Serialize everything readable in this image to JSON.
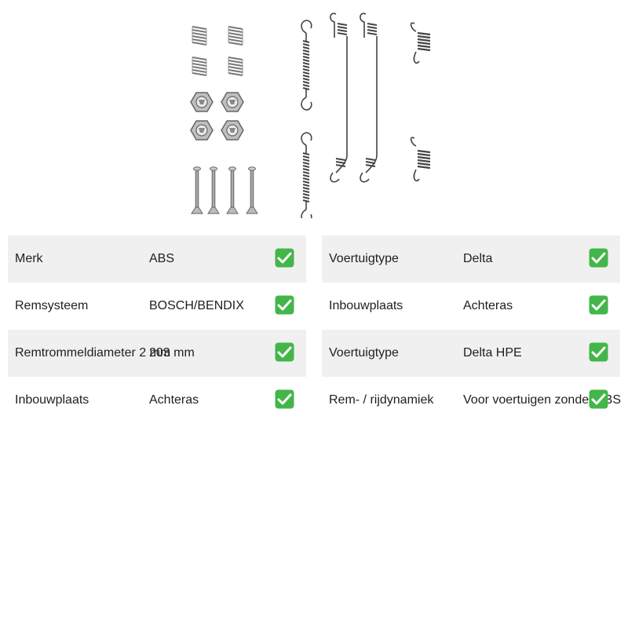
{
  "product": {
    "image_icon": "brake-shoe-fitting-kit-image"
  },
  "specs_left": [
    {
      "label": "Merk",
      "value": "ABS"
    },
    {
      "label": "Remsysteem",
      "value": "BOSCH/BENDIX"
    },
    {
      "label": "Remtrommeldiameter 2 mm",
      "value": "203 mm"
    },
    {
      "label": "Inbouwplaats",
      "value": "Achteras"
    }
  ],
  "specs_right": [
    {
      "label": "Voertuigtype",
      "value": "Delta"
    },
    {
      "label": "Inbouwplaats",
      "value": "Achteras"
    },
    {
      "label": "Voertuigtype",
      "value": "Delta HPE"
    },
    {
      "label": "Rem- / rijdynamiek",
      "value": "Voor voertuigen zonder ABS"
    }
  ],
  "icons": {
    "check": "check-mark-button-icon"
  },
  "colors": {
    "row_shade": "#f0f0f0",
    "check_green": "#43b649",
    "text": "#1f1f1f"
  }
}
